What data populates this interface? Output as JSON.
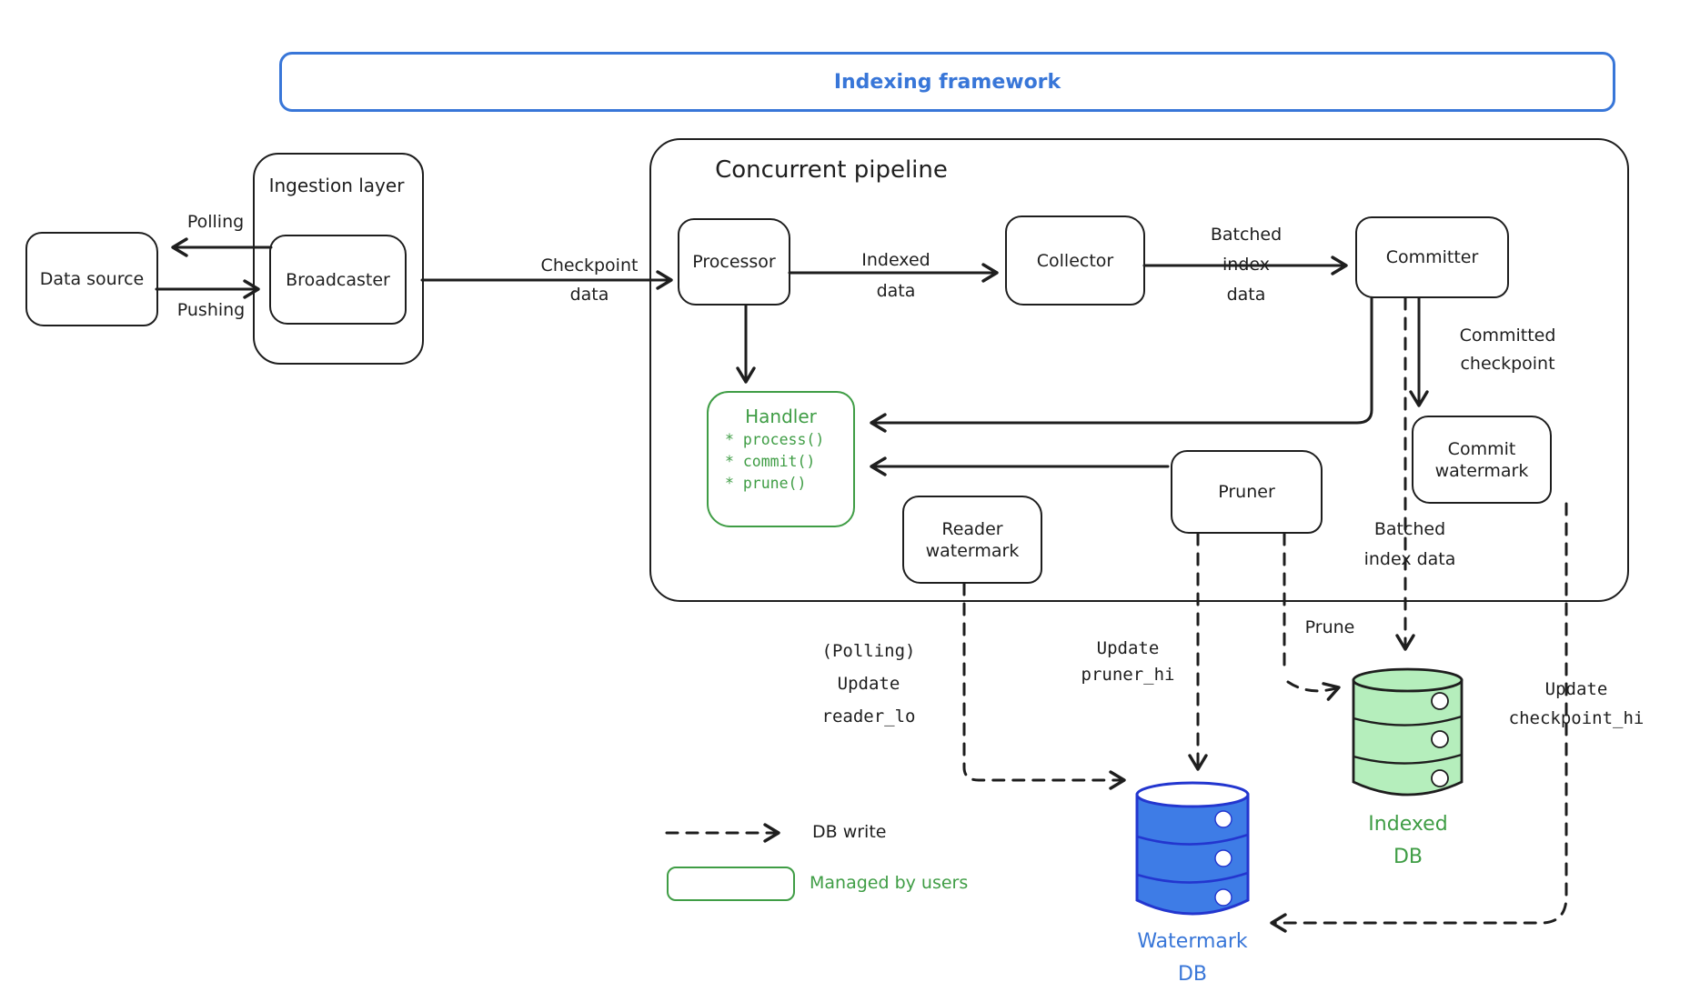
{
  "frame": {
    "title": "Indexing framework"
  },
  "source": {
    "label": "Data source"
  },
  "ingestion": {
    "title": "Ingestion layer",
    "broadcaster": "Broadcaster"
  },
  "pipeline": {
    "title": "Concurrent pipeline",
    "processor": "Processor",
    "collector": "Collector",
    "committer": "Committer",
    "pruner": "Pruner",
    "handler": {
      "title": "Handler",
      "items": [
        "* process()",
        "* commit()",
        "* prune()"
      ]
    },
    "reader_watermark": [
      "Reader",
      "watermark"
    ],
    "commit_watermark": [
      "Commit",
      "watermark"
    ]
  },
  "edges": {
    "polling": "Polling",
    "pushing": "Pushing",
    "checkpoint": [
      "Checkpoint",
      "data"
    ],
    "indexed": [
      "Indexed",
      "data"
    ],
    "batched": [
      "Batched",
      "index",
      "data"
    ],
    "committed": [
      "Committed",
      "checkpoint"
    ],
    "batched2": [
      "Batched",
      "index data"
    ],
    "prune": "Prune",
    "update_reader": [
      "(Polling)",
      "Update",
      "reader_lo"
    ],
    "update_pruner": [
      "Update",
      "pruner_hi"
    ],
    "update_checkpoint": [
      "Update",
      "checkpoint_hi"
    ]
  },
  "databases": {
    "watermark": [
      "Watermark",
      "DB"
    ],
    "indexed": [
      "Indexed",
      "DB"
    ]
  },
  "legend": {
    "db_write": "DB write",
    "managed": "Managed by users"
  },
  "colors": {
    "ink": "#1e1e1e",
    "blue": "#3876d8",
    "green": "#3f9d45",
    "db_blue_fill": "#3e7ce6",
    "db_blue_stroke": "#2336cf",
    "db_green_fill": "#b5eebc"
  }
}
